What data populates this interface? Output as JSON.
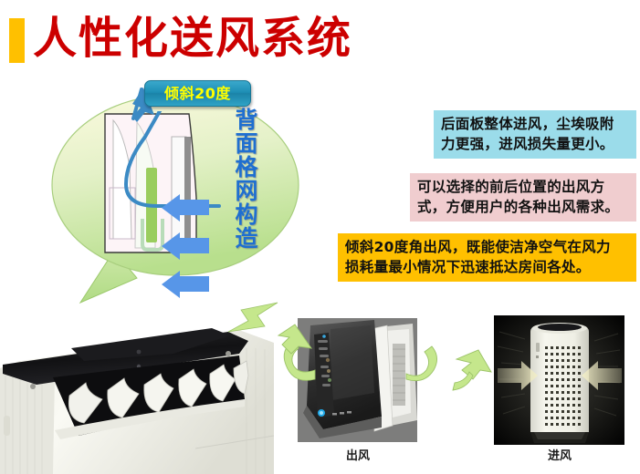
{
  "slide": {
    "title": "人性化送风系统",
    "accent_bar_color": "#FFC000",
    "title_color": "#CC0000",
    "background": "#FFFFFF"
  },
  "diagram": {
    "tilt_tag_label": "倾斜20度",
    "tilt_tag_bg": "#1E8FB5",
    "tilt_tag_text_color": "#FFFF00",
    "vertical_label": "背面格网构造",
    "vertical_label_color": "#1F6FD0",
    "bubble_fill_top": "#FBF8DC",
    "bubble_fill_bottom": "#BFE394",
    "intake_arrow_color": "#4D95E8",
    "airflow_line_color": "#2E84C4",
    "filter_color": "#8CC63F"
  },
  "callouts": [
    {
      "id": "rear-panel-intake",
      "text": "后面板整体进风，尘埃吸附\n力更强，进风损失量更小。",
      "bg": "#9BDCEA"
    },
    {
      "id": "selectable-outlet",
      "text": "可以选择的前后位置的出风方\n式，方便用户的各种出风需求。",
      "bg": "#F0CDCF"
    },
    {
      "id": "tilt-20-outlet",
      "text": "倾斜20度角出风，既能使洁净空气在风力\n损耗量最小情况下迅速抵达房间各处。",
      "bg": "#FFC000"
    }
  ],
  "photos": [
    {
      "id": "product-top-view",
      "caption": "",
      "description": "白色空气净化器顶部黑色面板与导风百叶"
    },
    {
      "id": "air-outlet-photo",
      "caption": "出风",
      "description": "黑色顶部面板打开出风"
    },
    {
      "id": "air-intake-photo",
      "caption": "进风",
      "description": "白色净化器背面格网进风"
    }
  ],
  "green_arrow_color": "#C5E78C"
}
